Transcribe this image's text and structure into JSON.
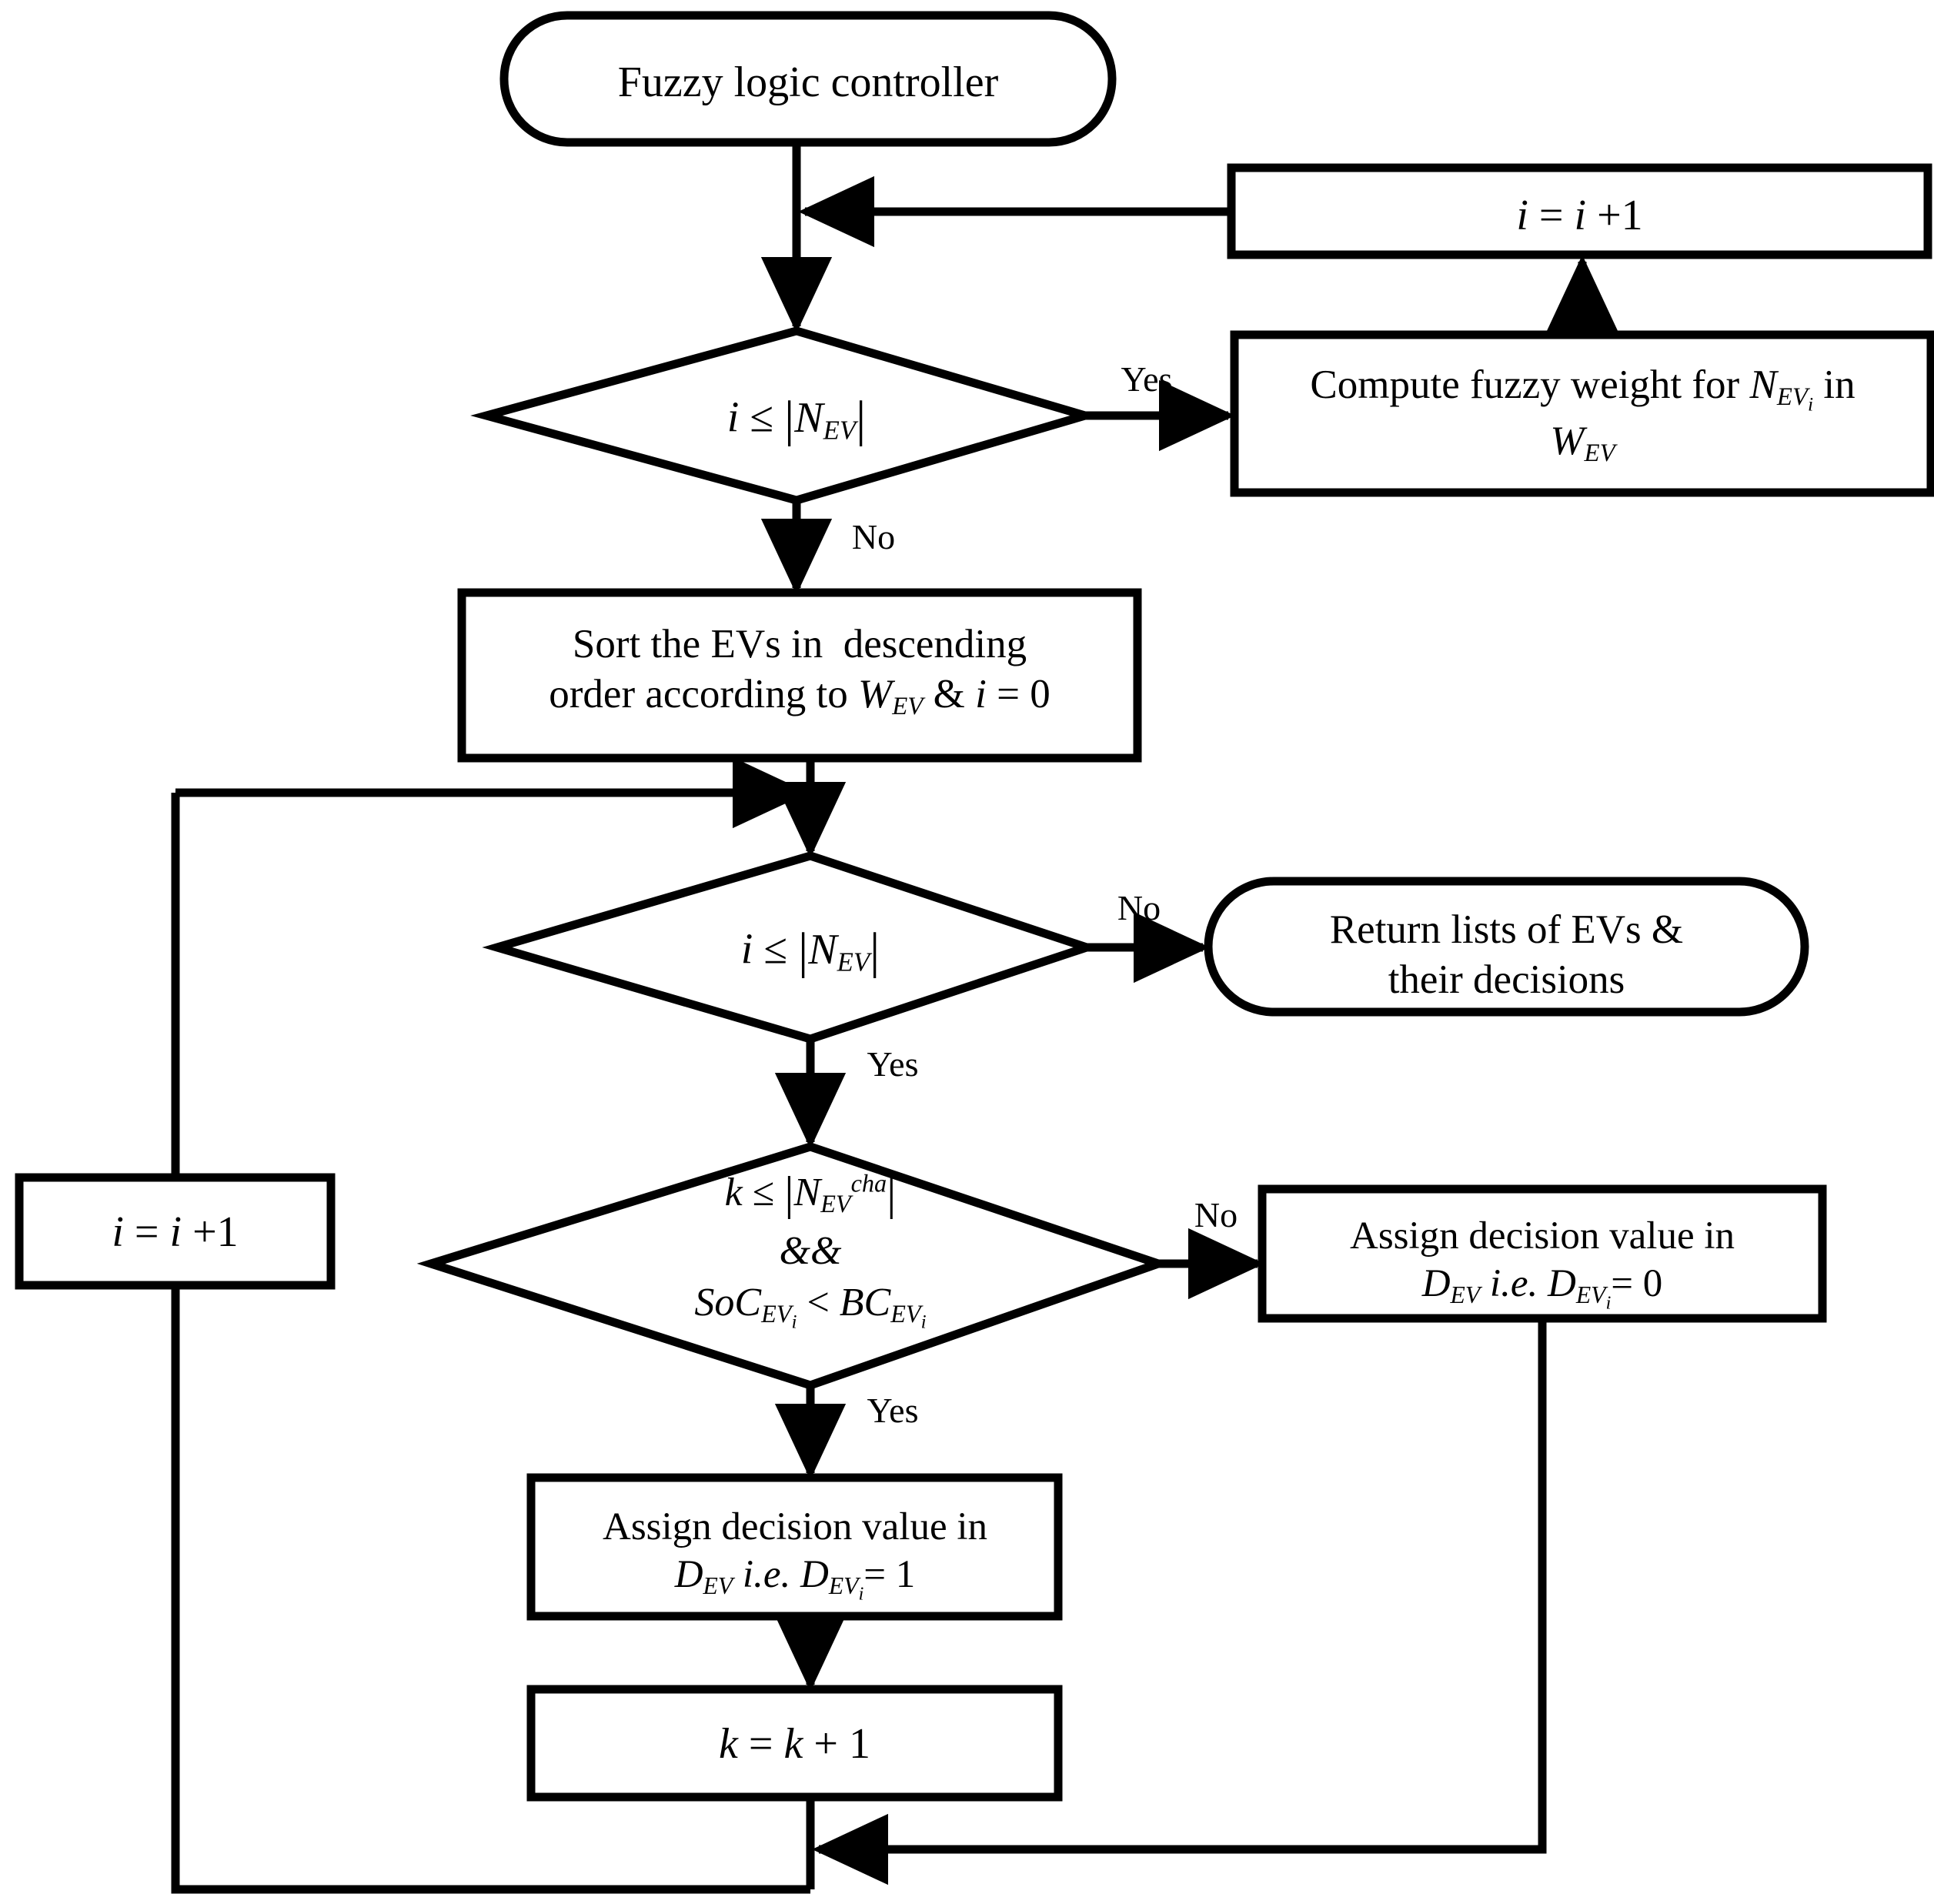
{
  "diagram": {
    "title": "Fuzzy logic controller flowchart",
    "type": "flowchart",
    "background_color": "#ffffff",
    "stroke_color": "#000000",
    "nodes": {
      "start": {
        "kind": "terminator",
        "text": "Fuzzy logic controller"
      },
      "increment_top": {
        "kind": "process",
        "text": "i = i +1"
      },
      "decision_ev_count_1": {
        "kind": "decision",
        "text": "i ≤ |N_EV|"
      },
      "compute_weight": {
        "kind": "process",
        "line1": "Compute fuzzy weight for N_{EV_i} in",
        "line2": "W_{EV}"
      },
      "sort_evs": {
        "kind": "process",
        "line1": "Sort the EVs in  descending",
        "line2": "order according to W_{EV} & i = 0"
      },
      "decision_ev_count_2": {
        "kind": "decision",
        "text": "i ≤ |N_EV|"
      },
      "return_lists": {
        "kind": "terminator",
        "line1": "Return lists of EVs &",
        "line2": "their decisions"
      },
      "decision_charger": {
        "kind": "decision",
        "line1": "k ≤ |N_EV^cha|",
        "line2": "&&",
        "line3": "SoC_{EV_i} < BC_{EV_i}"
      },
      "assign_zero": {
        "kind": "process",
        "line1": "Assign decision value in",
        "line2": "D_EV i.e. D_{EV_i} = 0"
      },
      "assign_one": {
        "kind": "process",
        "line1": "Assign decision value in",
        "line2": "D_EV i.e. D_{EV_i} = 1"
      },
      "increment_k": {
        "kind": "process",
        "text": "k = k + 1"
      },
      "increment_left": {
        "kind": "process",
        "text": "i = i +1"
      }
    },
    "edge_labels": {
      "d1_yes": "Yes",
      "d1_no": "No",
      "d2_no": "No",
      "d2_yes": "Yes",
      "d3_no": "No",
      "d3_yes": "Yes"
    }
  }
}
